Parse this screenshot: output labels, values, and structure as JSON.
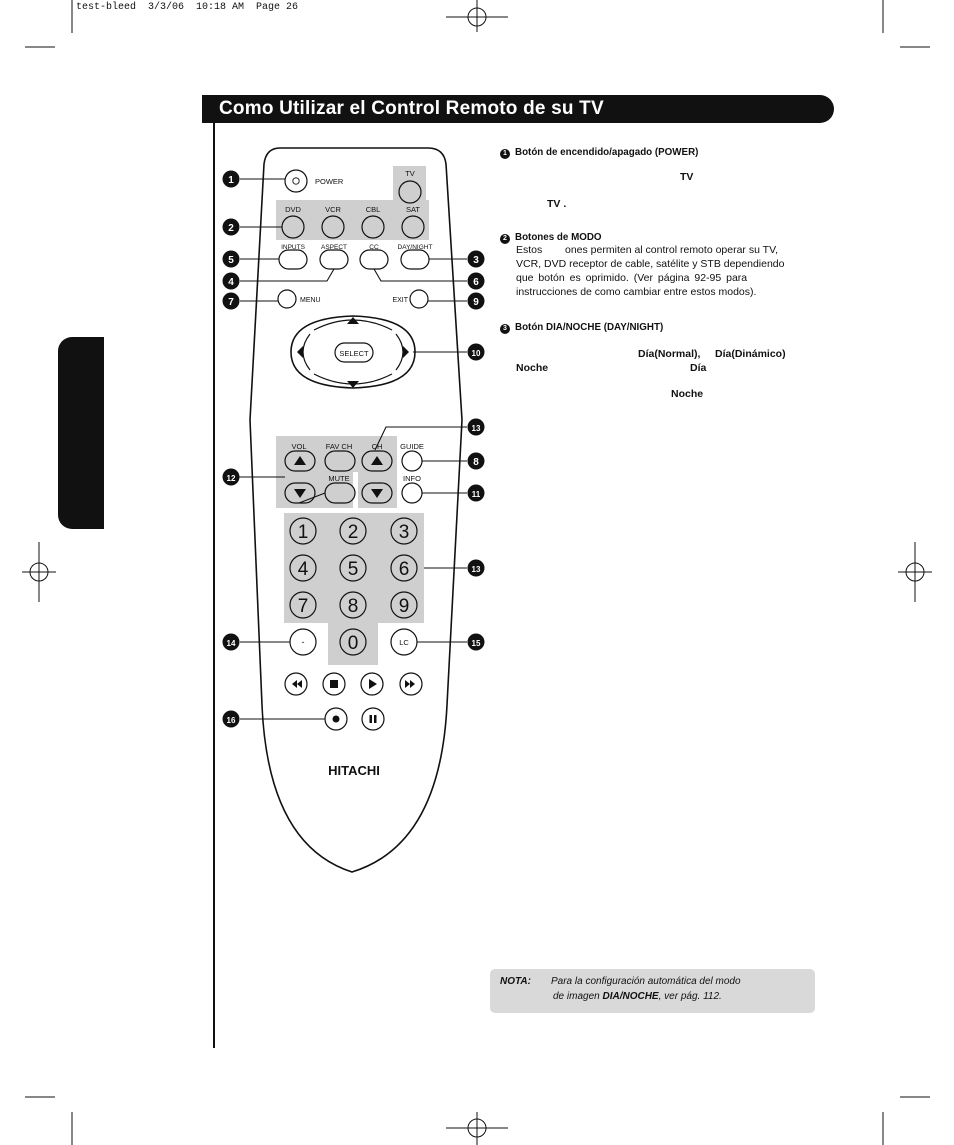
{
  "slug": "test-bleed  3/3/06  10:18 AM  Page 26",
  "title": "Como Utilizar el Control Remoto de su TV",
  "remote": {
    "power": "POWER",
    "tv": "TV",
    "dvd": "DVD",
    "vcr": "VCR",
    "cbl": "CBL",
    "sat": "SAT",
    "inputs": "INPUTS",
    "aspect": "ASPECT",
    "cc": "CC",
    "daynight": "DAY/NIGHT",
    "menu": "MENU",
    "exit": "EXIT",
    "select": "SELECT",
    "vol": "VOL",
    "favch": "FAV CH",
    "ch": "CH",
    "guide": "GUIDE",
    "mute": "MUTE",
    "info": "INFO",
    "keys": [
      "1",
      "2",
      "3",
      "4",
      "5",
      "6",
      "7",
      "8",
      "9",
      "0"
    ],
    "dash": "-",
    "lc": "LC",
    "brand": "HITACHI"
  },
  "callouts": [
    "1",
    "2",
    "3",
    "4",
    "5",
    "6",
    "7",
    "8",
    "9",
    "10",
    "11",
    "12",
    "13",
    "14",
    "15",
    "16"
  ],
  "sections": {
    "s1": {
      "num": "1",
      "heading": "Botón de encendido/apagado (POWER)",
      "frag1": "TV",
      "frag2": "TV .",
      "frag_dot": ""
    },
    "s2": {
      "num": "2",
      "heading": "Botones de MODO",
      "line1a": "Estos",
      "line1b": "ones permiten al control remoto operar su TV,",
      "line2": "VCR, DVD receptor de cable, satélite y STB dependiendo",
      "line3": "que botón es oprimido. (Ver página 92-95 para",
      "line4": "instrucciones de como cambiar entre estos modos)."
    },
    "s3": {
      "num": "3",
      "heading": "Botón DIA/NOCHE (DAY/NIGHT)",
      "w1": "Día(Normal),",
      "w2": "Día(Dinámico)",
      "w3": "Noche",
      "w4": "Día",
      "w5": "Noche"
    }
  },
  "nota": {
    "label": "NOTA:",
    "line1": "Para la configuración automática del modo",
    "line2_pre": "de imagen ",
    "line2_bold": "DIA/NOCHE",
    "line2_post": ", ver pág. 112."
  }
}
